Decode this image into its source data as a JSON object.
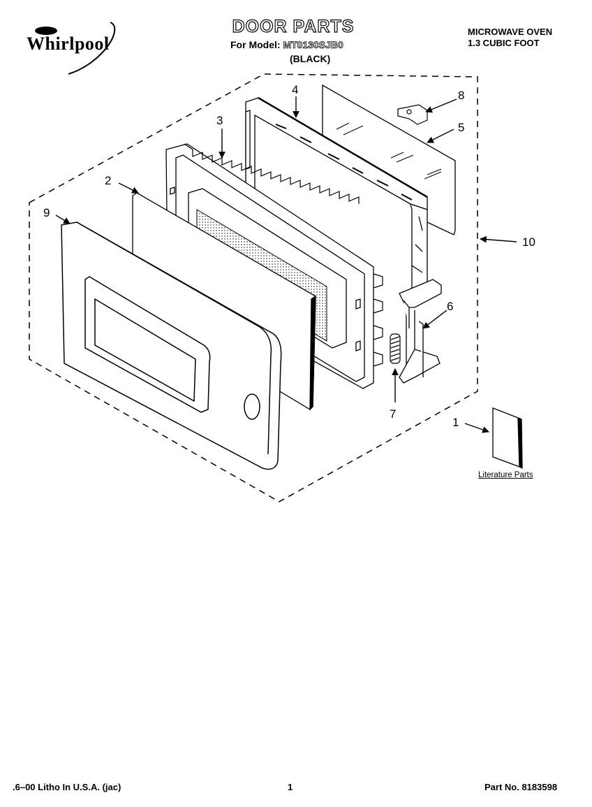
{
  "brand": {
    "name": "Whirlpool"
  },
  "header": {
    "title": "DOOR PARTS",
    "model_prefix": "For Model:",
    "model_number": "MT0130SJB0",
    "color": "(BLACK)",
    "product_line1": "MICROWAVE OVEN",
    "product_line2": "1.3 CUBIC FOOT"
  },
  "callouts": [
    "1",
    "2",
    "3",
    "4",
    "5",
    "6",
    "7",
    "8",
    "9",
    "10"
  ],
  "literature": {
    "label": "Literature Parts"
  },
  "footer": {
    "litho": ".6–00 Litho In U.S.A. (jac)",
    "page": "1",
    "part_no": "Part No. 8183598"
  }
}
